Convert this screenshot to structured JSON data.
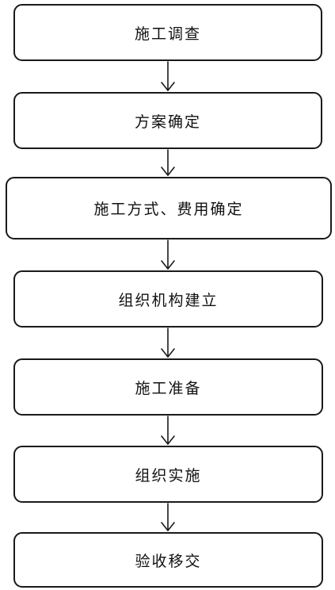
{
  "flowchart": {
    "steps": [
      {
        "label": "施工调查"
      },
      {
        "label": "方案确定"
      },
      {
        "label": "施工方式、费用确定"
      },
      {
        "label": "组织机构建立"
      },
      {
        "label": "施工准备"
      },
      {
        "label": "组织实施"
      },
      {
        "label": "验收移交"
      }
    ]
  },
  "colors": {
    "stroke": "#1a1a1a",
    "background": "#ffffff",
    "text": "#111111"
  }
}
